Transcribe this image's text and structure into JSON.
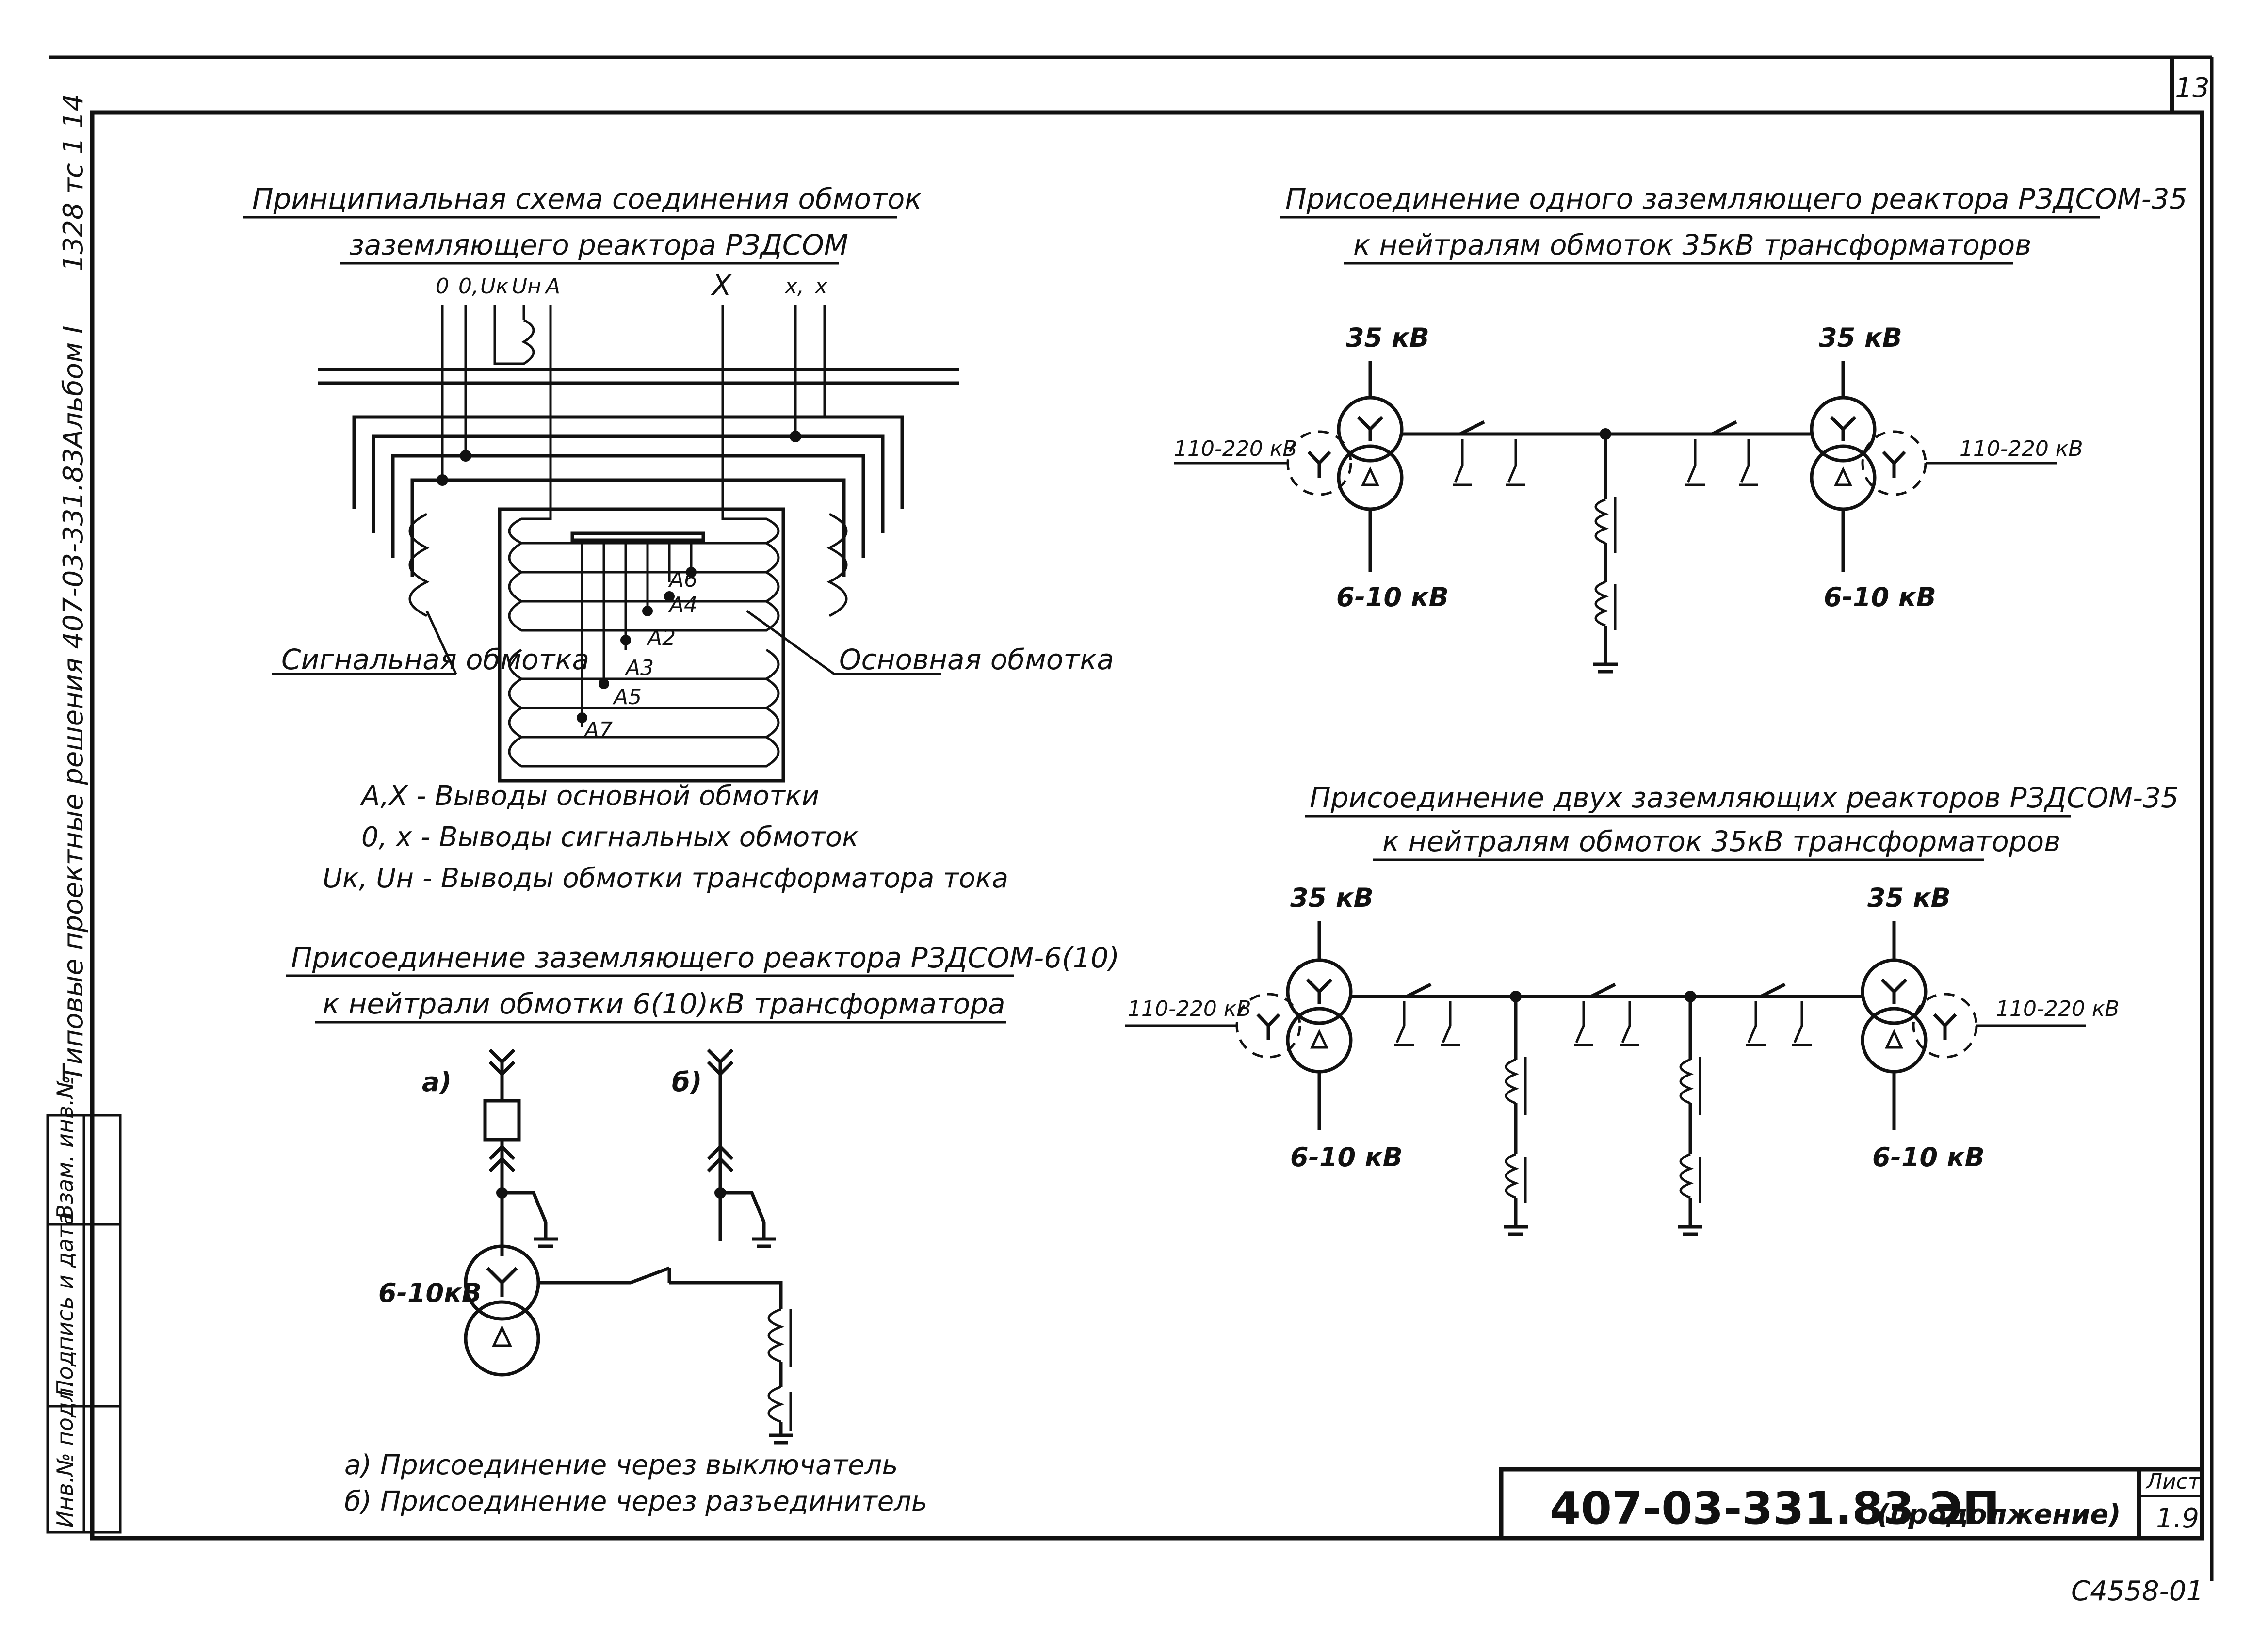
{
  "sheet_number": "13",
  "side_text": {
    "series": "Типовые проектные решения 407-03-331.83Альбом I",
    "archive": "1328 тс 1 14"
  },
  "stamp_cells": [
    "Инв.№ подл.",
    "Подпись и дата",
    "Взам. инв.№"
  ],
  "diagram1": {
    "title_line1": "Принципиальная схема соединения обмоток",
    "title_line2": "заземляющего реактора РЗДСОМ",
    "terminals": {
      "o1": "0",
      "o2": "0,",
      "uk": "Uк",
      "un": "Uн",
      "a": "A",
      "X": "X",
      "x1": "x,",
      "x2": "x"
    },
    "taps": [
      "A6",
      "A4",
      "A2",
      "A3",
      "A5",
      "A7"
    ],
    "signal_winding": "Сигнальная обмотка",
    "main_winding": "Основная обмотка",
    "legend": [
      "A,X - Выводы основной обмотки",
      "0, x - Выводы сигнальных обмоток",
      "Uк, Uн - Выводы обмотки трансформатора тока"
    ]
  },
  "diagram2": {
    "title_line1": "Присоединение заземляющего реактора РЗДСОМ-6(10)",
    "title_line2": "к нейтрали обмотки 6(10)кВ трансформатора",
    "variant_a": "а)",
    "variant_b": "б)",
    "voltage": "6-10кВ",
    "notes": [
      "а) Присоединение через выключатель",
      "б) Присоединение через разъединитель"
    ]
  },
  "diagram3": {
    "title_line1": "Присоединение одного заземляющего реактора РЗДСОМ-35",
    "title_line2": "к нейтралям обмоток 35кВ трансформаторов",
    "left": {
      "top": "35 кВ",
      "side": "110-220 кВ",
      "bottom": "6-10 кВ"
    },
    "right": {
      "top": "35 кВ",
      "side": "110-220 кВ",
      "bottom": "6-10 кВ"
    }
  },
  "diagram4": {
    "title_line1": "Присоединение двух заземляющих реакторов РЗДСОМ-35",
    "title_line2": "к нейтралям обмоток 35кВ трансформаторов",
    "left": {
      "top": "35 кВ",
      "side": "110-220 кВ",
      "bottom": "6-10 кВ"
    },
    "right": {
      "top": "35 кВ",
      "side": "110-220 кВ",
      "bottom": "6-10 кВ"
    }
  },
  "title_block": {
    "code": "407-03-331.83 ЭП",
    "note": "(продолжение)",
    "sheet_label": "Лист",
    "sheet_value": "1.9"
  },
  "footer_mark": "С4558-01"
}
